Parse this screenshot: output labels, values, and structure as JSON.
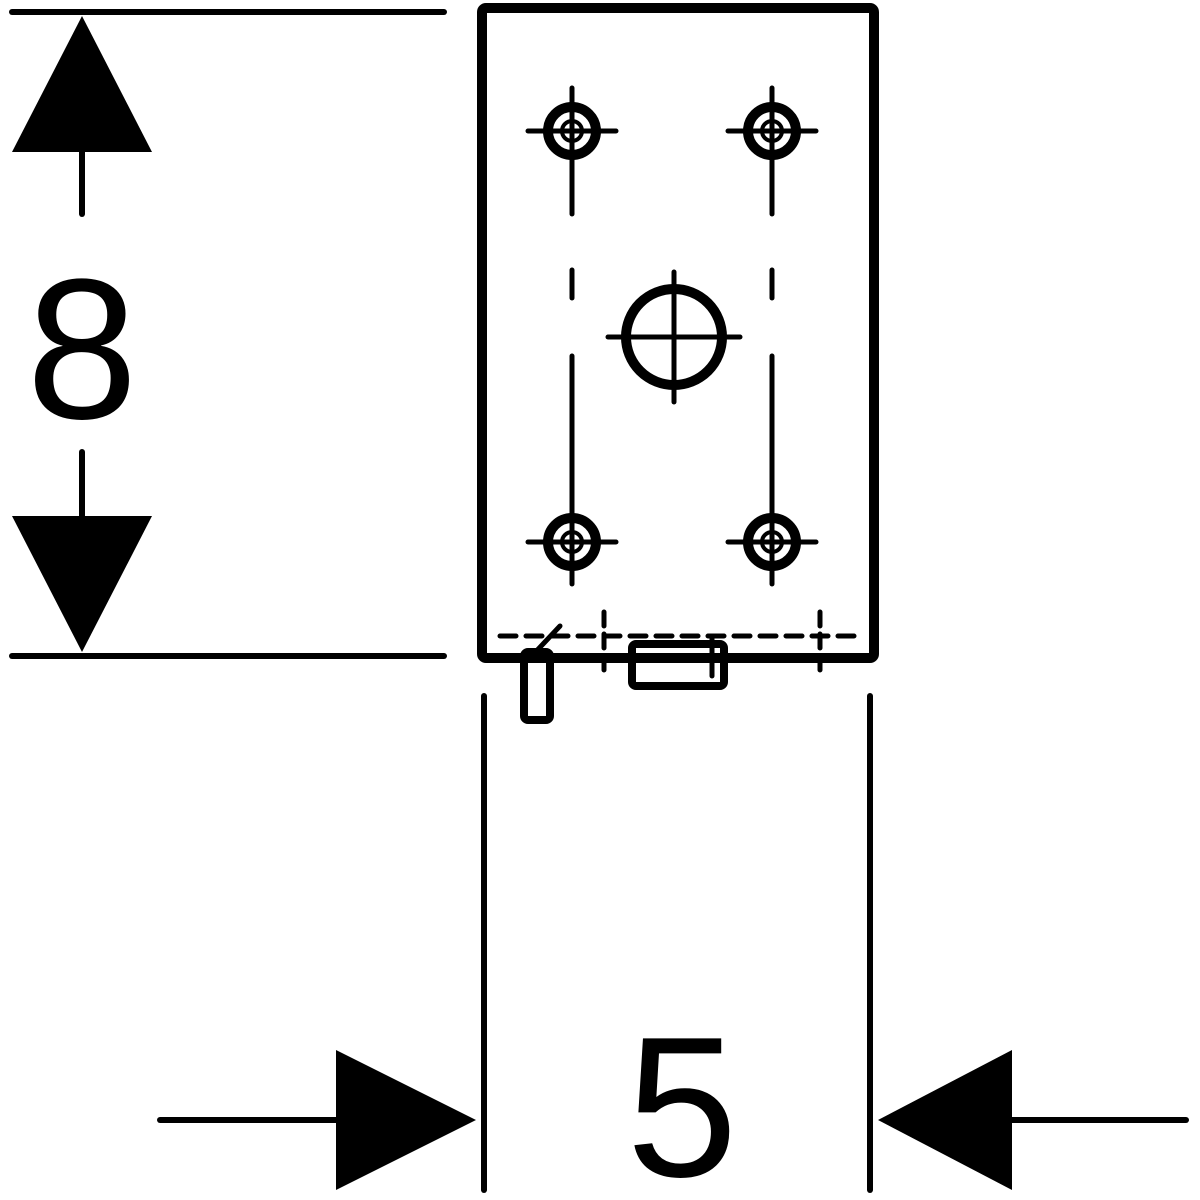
{
  "drawing": {
    "height_dimension": "8",
    "width_dimension": "5"
  },
  "colors": {
    "line": "#000000",
    "background": "#ffffff"
  },
  "parts": {
    "plate": "mounting-plate",
    "mounting_holes": [
      "hole-top-left",
      "hole-top-right",
      "hole-center",
      "hole-bottom-left",
      "hole-bottom-right"
    ]
  }
}
